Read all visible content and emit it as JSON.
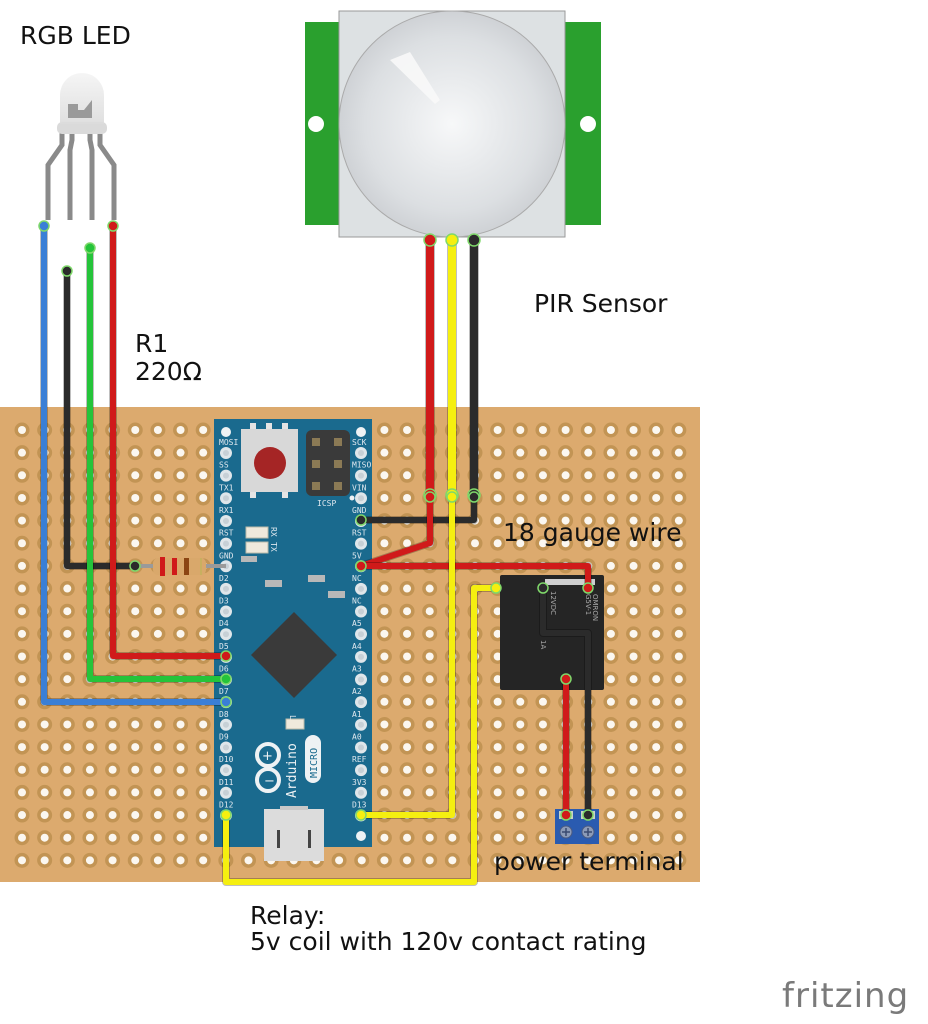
{
  "labels": {
    "rgb_led": "RGB LED",
    "resistor_name": "R1",
    "resistor_value": "220Ω",
    "pir_sensor": "PIR Sensor",
    "gauge_wire": "18 gauge wire",
    "power_terminal": "power terminal",
    "relay_title": "Relay:",
    "relay_desc": "5v coil with 120v contact rating",
    "fritzing_logo": "fritzing"
  },
  "arduino": {
    "brand": "Arduino",
    "model": "MICRO",
    "icsp": "ICSP",
    "led_rx": "RX",
    "led_tx": "TX",
    "led_l": "L",
    "left_pins": [
      "MOSI",
      "SS",
      "TX1",
      "RX1",
      "RST",
      "GND",
      "D2",
      "D3",
      "D4",
      "D5",
      "D6",
      "D7",
      "D8",
      "D9",
      "D10",
      "D11",
      "D12"
    ],
    "right_pins": [
      "SCK",
      "MISO",
      "VIN",
      "GND",
      "RST",
      "5V",
      "NC",
      "NC",
      "A5",
      "A4",
      "A3",
      "A2",
      "A1",
      "A0",
      "REF",
      "3V3",
      "D13"
    ]
  },
  "relay": {
    "brand": "OMRON",
    "model": "G5V-1",
    "coil_rating": "12VDC",
    "contact_rating": "1A"
  },
  "colors": {
    "board": "#dcaa6e",
    "hole_ring": "#c29454",
    "arduino_pcb": "#1a6a8e",
    "wire_red": "#d01a1a",
    "wire_green": "#25c43a",
    "wire_blue": "#3a7fd6",
    "wire_black": "#2b2b2b",
    "wire_yellow": "#f5ef10",
    "pir_green": "#2aa02e"
  }
}
